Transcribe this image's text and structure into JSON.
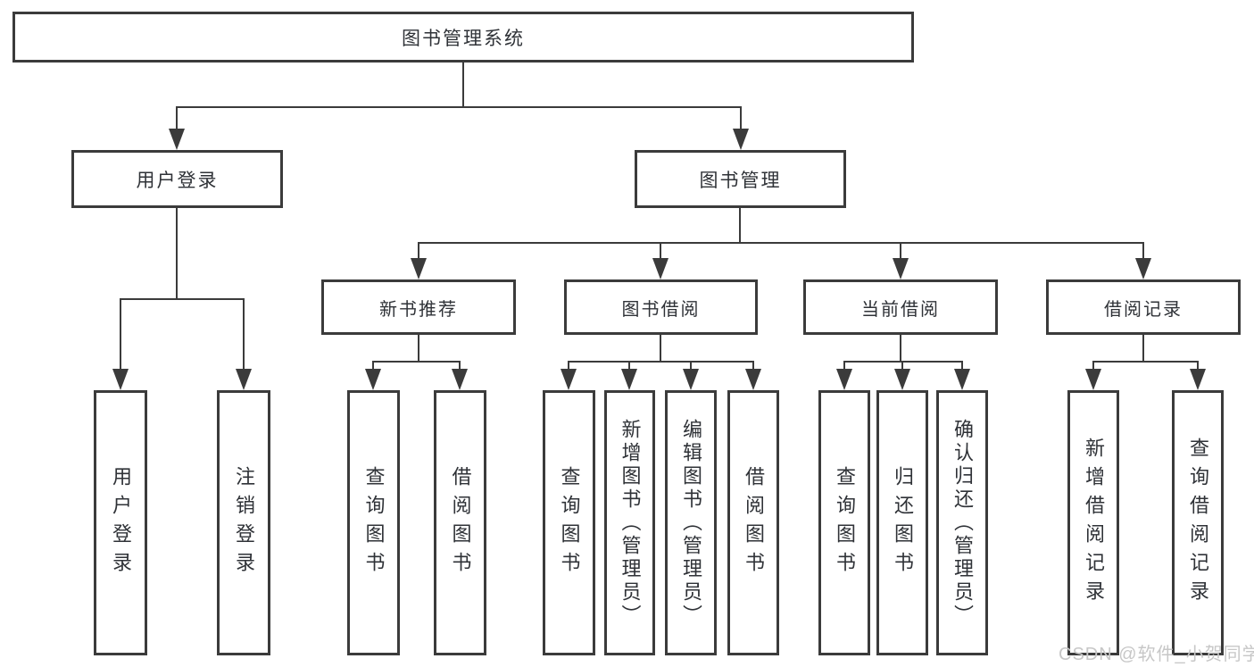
{
  "diagram": {
    "title": "图书管理系统",
    "tree": {
      "label": "图书管理系统",
      "children": [
        {
          "label": "用户登录",
          "children": [
            {
              "label": "用户登录"
            },
            {
              "label": "注销登录"
            }
          ]
        },
        {
          "label": "图书管理",
          "children": [
            {
              "label": "新书推荐",
              "children": [
                {
                  "label": "查询图书"
                },
                {
                  "label": "借阅图书"
                }
              ]
            },
            {
              "label": "图书借阅",
              "children": [
                {
                  "label": "查询图书"
                },
                {
                  "label": "新增图书（管理员）"
                },
                {
                  "label": "编辑图书（管理员）"
                },
                {
                  "label": "借阅图书"
                }
              ]
            },
            {
              "label": "当前借阅",
              "children": [
                {
                  "label": "查询图书"
                },
                {
                  "label": "归还图书"
                },
                {
                  "label": "确认归还（管理员）"
                }
              ]
            },
            {
              "label": "借阅记录",
              "children": [
                {
                  "label": "新增借阅记录"
                },
                {
                  "label": "查询借阅记录"
                }
              ]
            }
          ]
        }
      ]
    }
  },
  "watermark": {
    "text": "CSDN @软件_小贺同学"
  },
  "colors": {
    "line": "#3b3b3b",
    "text": "#2f3237",
    "background": "#ffffff",
    "watermark": "#c7c7c7"
  }
}
